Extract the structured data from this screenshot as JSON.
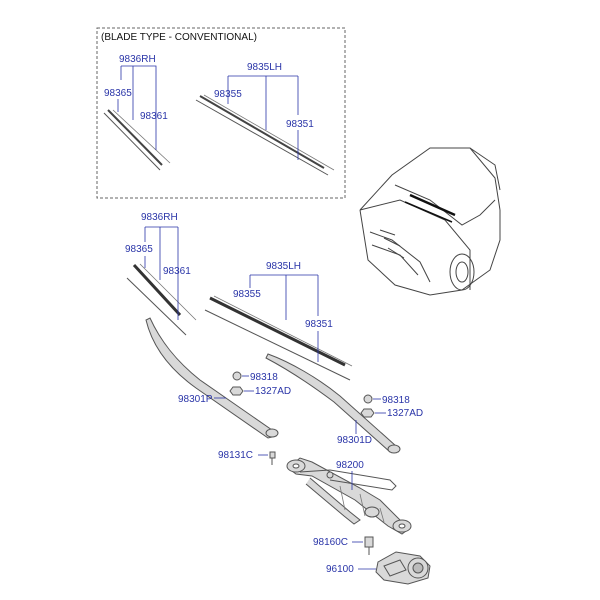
{
  "diagram": {
    "inset_caption": "(BLADE TYPE - CONVENTIONAL)",
    "inset_labels": {
      "rh_blade": "9836RH",
      "rh_refill": "98365",
      "rh_insert": "98361",
      "lh_blade": "9835LH",
      "lh_refill": "98355",
      "lh_insert": "98351"
    },
    "main_labels": {
      "rh_blade": "9836RH",
      "rh_refill": "98365",
      "rh_insert": "98361",
      "lh_blade": "9835LH",
      "lh_refill": "98355",
      "lh_insert": "98351",
      "rh_cap": "98318",
      "rh_nut": "1327AD",
      "rh_arm": "98301P",
      "lh_cap": "98318",
      "lh_nut": "1327AD",
      "lh_arm": "98301D",
      "bolt": "98131C",
      "linkage": "98200",
      "motor_bolt": "98160C",
      "motor": "96100"
    }
  }
}
